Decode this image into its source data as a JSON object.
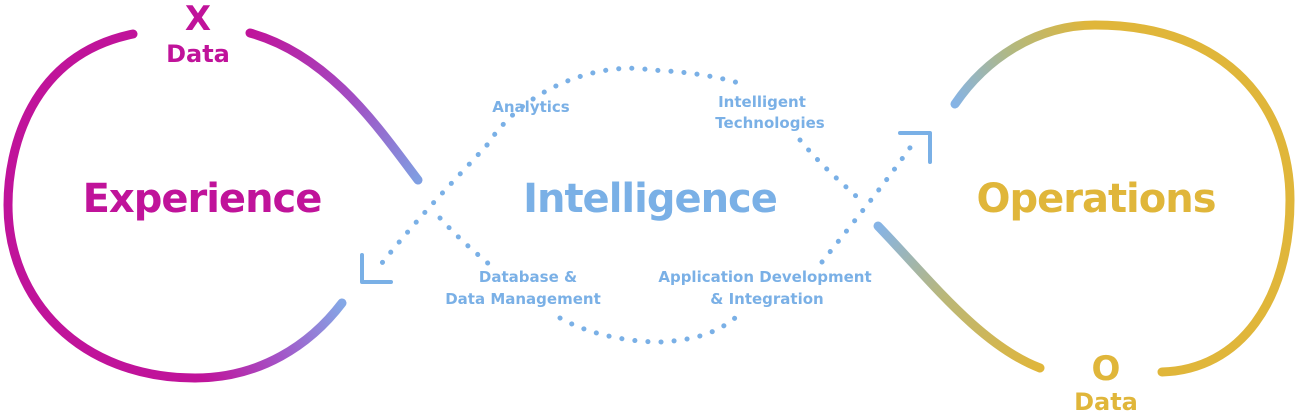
{
  "experience": {
    "letter": "X",
    "data_word": "Data",
    "title": "Experience",
    "color": "#c0139a"
  },
  "operations": {
    "letter": "O",
    "data_word": "Data",
    "title": "Operations",
    "color": "#e0b63a"
  },
  "intelligence": {
    "title": "Intelligence",
    "color": "#7ab0e6",
    "labels": {
      "analytics": "Analytics",
      "intelligent_line1": "Intelligent",
      "intelligent_line2": "Technologies",
      "database_line1": "Database &",
      "database_line2": "Data Management",
      "appdev_line1": "Application Development",
      "appdev_line2": "& Integration"
    }
  }
}
